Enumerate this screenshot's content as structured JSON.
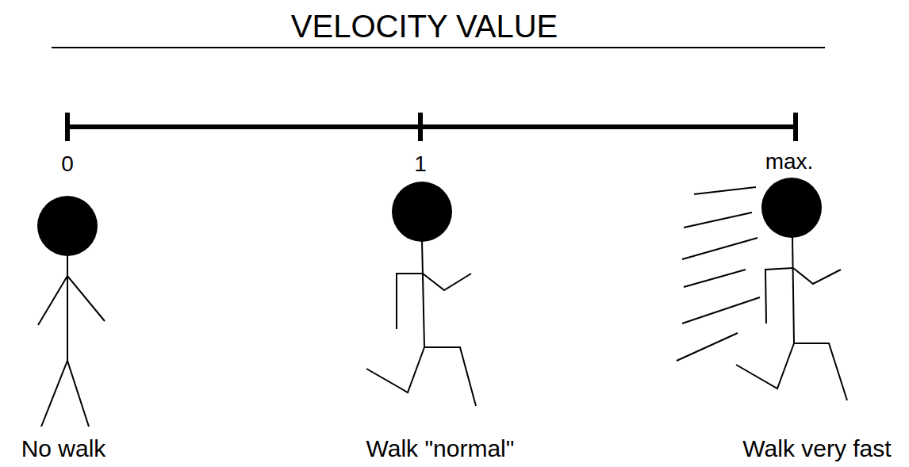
{
  "diagram": {
    "title": "VELOCITY VALUE",
    "labels": [
      "0",
      "1",
      "max.",
      "No walk",
      "Walk \"normal\"",
      "Walk very fast"
    ]
  }
}
